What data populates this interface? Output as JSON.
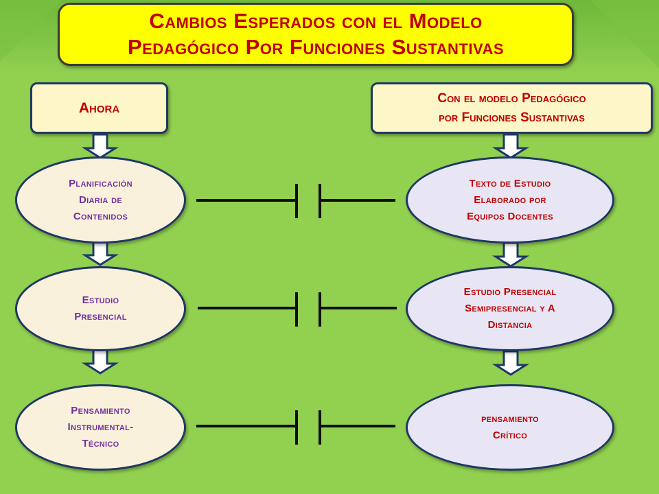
{
  "title": {
    "line1": "Cambios Esperados con el Modelo",
    "line2": "Pedagógico Por Funciones Sustantivas"
  },
  "left_column": {
    "header": "Ahora",
    "items": [
      {
        "line1": "Planificación",
        "line2": "Diaria de",
        "line3": "Contenidos"
      },
      {
        "line1": "Estudio",
        "line2": "Presencial"
      },
      {
        "line1": "Pensamiento",
        "line2": "Instrumental-",
        "line3": "Técnico"
      }
    ]
  },
  "right_column": {
    "header_line1": "Con el modelo Pedagógico",
    "header_line2": "por Funciones Sustantivas",
    "items": [
      {
        "line1": "Texto de Estudio",
        "line2": "Elaborado por",
        "line3": "Equipos Docentes"
      },
      {
        "line1": "Estudio Presencial",
        "line2": "Semipresencial y A",
        "line3": "Distancia"
      },
      {
        "line1": "pensamiento",
        "line2": "Crítico"
      }
    ]
  },
  "colors": {
    "background": "#92d050",
    "title_fill": "#ffff00",
    "title_text": "#c00000",
    "left_ellipse_text": "#7030a0",
    "right_ellipse_text": "#c00000",
    "outline": "#1f3864"
  }
}
